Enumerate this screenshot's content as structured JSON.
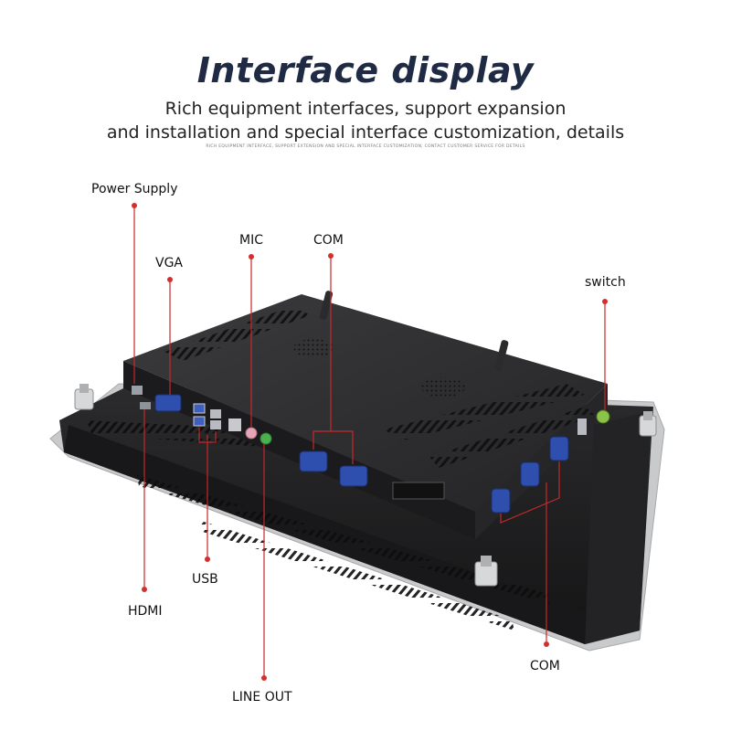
{
  "header": {
    "title": "Interface display",
    "subtitle_line1": "Rich equipment interfaces, support expansion",
    "subtitle_line2": "and installation and special interface customization, details",
    "fine_print": "RICH EQUIPMENT INTERFACE, SUPPORT EXTENSION AND SPECIAL INTERFACE CUSTOMIZATION, CONTACT CUSTOMER SERVICE FOR DETAILS"
  },
  "callouts": {
    "power_supply": "Power Supply",
    "vga": "VGA",
    "mic": "MIC",
    "com_top": "COM",
    "switch": "switch",
    "usb": "USB",
    "hdmi": "HDMI",
    "line_out": "LINE OUT",
    "com_bottom": "COM"
  },
  "colors": {
    "callout_line": "#c62828",
    "callout_dot": "#d32f2f",
    "chassis": "#2a2a2c",
    "port_blue": "#2f4fae",
    "mic_jack": "#e7a6b8",
    "lineout_jack": "#4caf50",
    "switch_green": "#8bc34a"
  }
}
